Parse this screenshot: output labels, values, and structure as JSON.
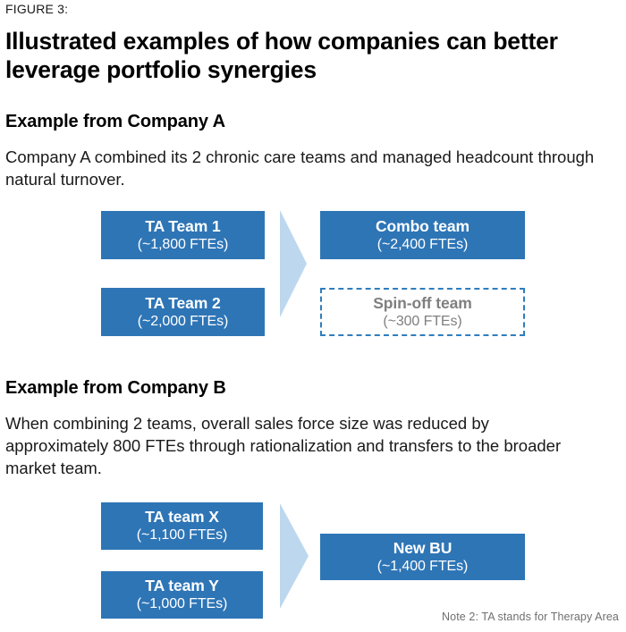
{
  "figure": {
    "label": "FIGURE 3:",
    "headline": "Illustrated examples of how companies can better leverage portfolio synergies"
  },
  "colors": {
    "box_fill": "#2e75b6",
    "arrow_fill": "#bdd7ee",
    "dashed_border": "#2f7dbd",
    "dashed_text": "#7f7f7f",
    "text": "#111111"
  },
  "examples": [
    {
      "title": "Example from Company A",
      "description": "Company A combined its 2 chronic care teams and managed headcount through natural turnover.",
      "inputs": [
        {
          "name": "TA Team 1",
          "ftes": "(~1,800 FTEs)"
        },
        {
          "name": "TA Team 2",
          "ftes": "(~2,000 FTEs)"
        }
      ],
      "outputs": [
        {
          "name": "Combo team",
          "ftes": "(~2,400 FTEs)",
          "style": "solid"
        },
        {
          "name": "Spin-off team",
          "ftes": "(~300 FTEs)",
          "style": "dashed"
        }
      ]
    },
    {
      "title": "Example from Company B",
      "description": "When combining 2 teams, overall sales force size was reduced by approximately 800 FTEs through rationalization and transfers to the broader market team.",
      "inputs": [
        {
          "name": "TA team X",
          "ftes": "(~1,100 FTEs)"
        },
        {
          "name": "TA team Y",
          "ftes": "(~1,000 FTEs)"
        }
      ],
      "outputs": [
        {
          "name": "New BU",
          "ftes": "(~1,400 FTEs)",
          "style": "solid"
        }
      ]
    }
  ],
  "note": "Note 2: TA stands for Therapy Area"
}
